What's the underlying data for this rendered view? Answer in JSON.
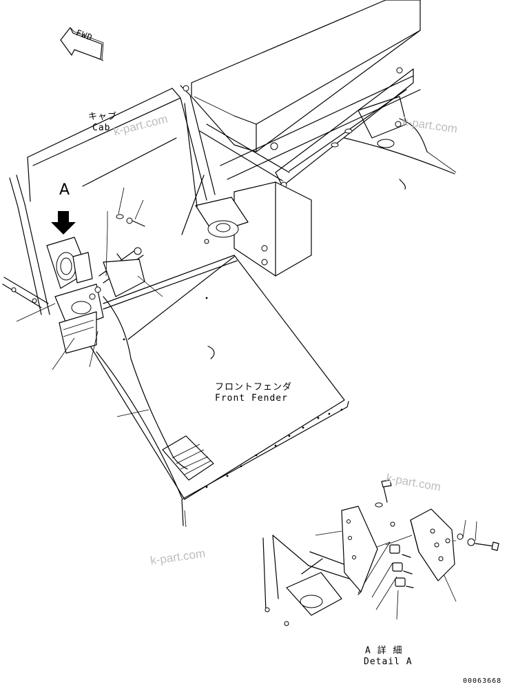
{
  "labels": {
    "fwd": "FWD",
    "cab_jp": "キャブ",
    "cab_en": "Cab",
    "view_a": "A",
    "front_fender_jp": "フロントフェンダ",
    "front_fender_en": "Front Fender",
    "detail_a_jp": "A 詳 細",
    "detail_a_en": "Detail A",
    "drawing_number": "00063668"
  },
  "watermarks": [
    "k-part.com",
    "k-part.com",
    "k-part.com",
    "k-part.com"
  ]
}
